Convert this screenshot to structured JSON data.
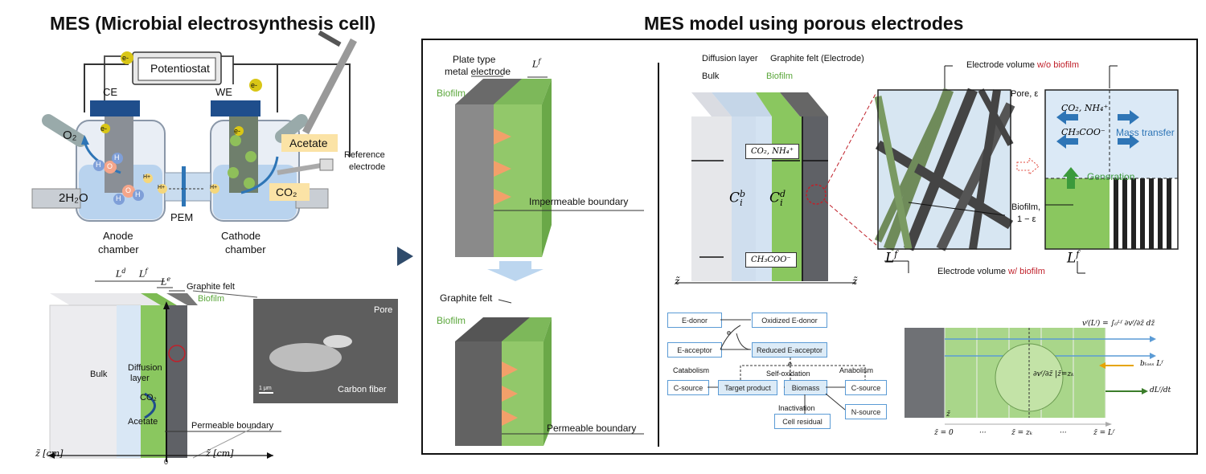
{
  "left_panel": {
    "title": "MES (Microbial electrosynthesis cell)",
    "potentiostat": "Potentiostat",
    "electron": "e-",
    "ce": "CE",
    "we": "WE",
    "o2": "O₂",
    "h2o": "2H₂O",
    "h_plus": "H+",
    "h": "H",
    "o": "O",
    "acetate_tag": "Acetate",
    "co2_tag": "CO₂",
    "reference_electrode": [
      "Reference",
      "electrode"
    ],
    "pem": "PEM",
    "anode": [
      "Anode",
      "chamber"
    ],
    "cathode": [
      "Cathode",
      "chamber"
    ],
    "lower": {
      "Ld": "L",
      "Ld_sup": "d",
      "Lf": "L",
      "Lf_sup": "f",
      "Le": "L",
      "Le_sup": "e",
      "graphite_felt": "Graphite felt",
      "biofilm": "Biofilm",
      "bulk": "Bulk",
      "diffusion": [
        "Diffusion",
        "layer"
      ],
      "co2": "CO₂",
      "acetate": "Acetate",
      "permeable": "Permeable boundary",
      "pore": "Pore",
      "carbon_fiber": "Carbon fiber",
      "scale": "1 μm",
      "axis_left": "z̃ [cm]",
      "axis_right": "z̃ [cm]",
      "origin": "0"
    }
  },
  "right_panel": {
    "title": "MES model using porous electrodes",
    "plate_label": [
      "Plate type",
      "metal electrode"
    ],
    "Lf": "L",
    "Lf_sup": "f",
    "biofilm": "Biofilm",
    "impermeable": "Impermeable  boundary",
    "graphite_felt": "Graphite felt",
    "biofilm2": "Biofilm",
    "permeable": "Permeable boundary",
    "diffusion_layer": "Diffusion layer",
    "graphite_felt_electrode": "Graphite felt (Electrode)",
    "bulk": "Bulk",
    "biofilm3": "Biofilm",
    "co2_nh4": "CO₂, NH₄⁺",
    "ch3coo": "CH₃COO⁻",
    "cib": "C",
    "cib_sup": "b",
    "cib_sub": "i",
    "cid": "C",
    "cid_sup": "d",
    "cid_sub": "i",
    "z_left": "z̃",
    "z_right": "z̃",
    "electrode_wo": "Electrode volume ",
    "electrode_wo_red": "w/o biofilm",
    "electrode_w": "Electrode volume ",
    "electrode_w_red": "w/ biofilm",
    "pore": "Pore, ε",
    "biofilm_frac": [
      "Biofilm,",
      "1 − ε"
    ],
    "mass_transfer": "Mass transfer",
    "generation": "Generation",
    "co2_nh4_b": "CO₂, NH₄⁺",
    "ch3coo_b": "CH₃COO⁻",
    "Lf_zoom": "L",
    "Lf_zoom_sup": "f",
    "Lf_zoom2": "L",
    "Lf_zoom2_sup": "f",
    "flow": {
      "e_donor": "E-donor",
      "oxidized": "Oxidized E-donor",
      "e": "e",
      "e_acceptor": "E-acceptor",
      "reduced": "Reduced E-acceptor",
      "e2": "e",
      "catabolism": "Catabolism",
      "self_ox": "Self-oxidation",
      "anabolism": "Anabolism",
      "c_source": "C-source",
      "target": "Target product",
      "biomass": "Biomass",
      "c_source2": "C-source",
      "inactivation": "Inactivation",
      "cell_residual": "Cell residual",
      "n_source": "N-source"
    },
    "velocity": {
      "formula": "vᶠ(Lᶠ) = ∫₀ᴸᶠ ∂vᶠ/∂z̃ dz̃",
      "bloss": "bₗₒₛₛ Lᶠ",
      "dLdt": "dLᶠ/dt",
      "partial": "∂vᶠ/∂z̃ |z̃=zₖ",
      "z_axis": "z̃",
      "ticks": [
        "z̃ = 0",
        "···",
        "z̃ = zₖ",
        "···",
        "z̃ = Lᶠ"
      ]
    }
  }
}
